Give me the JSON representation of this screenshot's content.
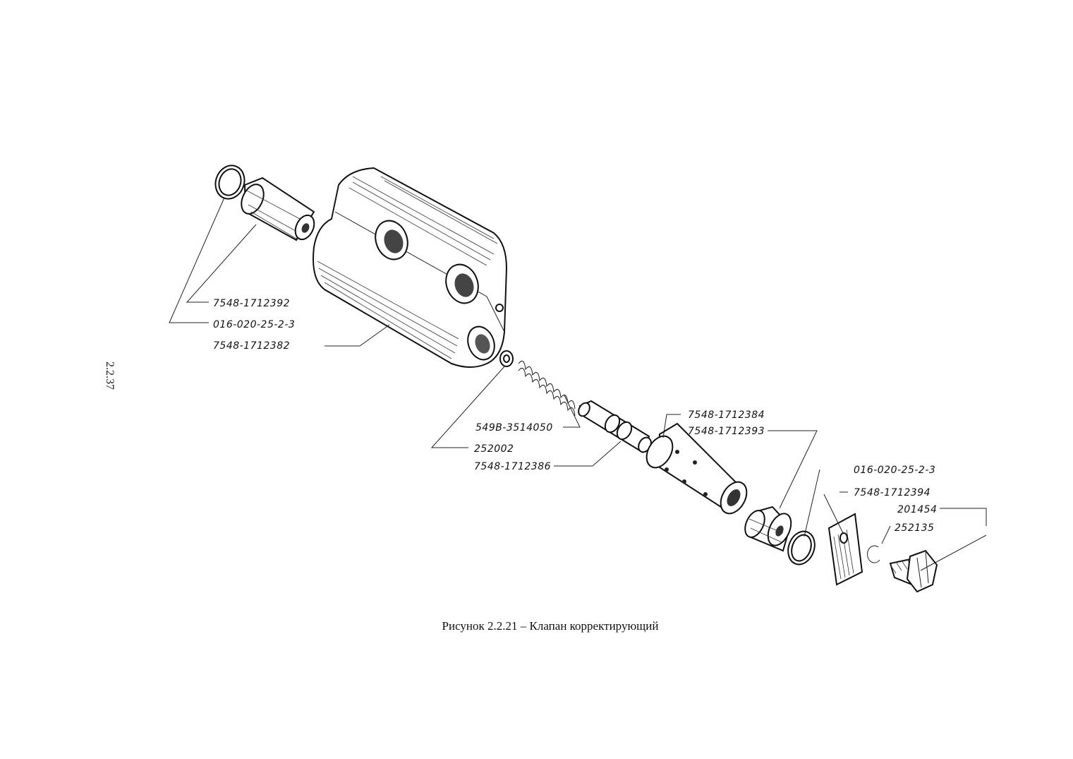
{
  "page_number": "2.2.37",
  "caption": "Рисунок 2.2.21 – Клапан корректирующий",
  "labels": [
    "7548-1712392",
    "016-020-25-2-3",
    "7548-1712382",
    "549В-3514050",
    "252002",
    "7548-1712386",
    "7548-1712384",
    "7548-1712393",
    "016-020-25-2-3",
    "7548-1712394",
    "201454",
    "252135"
  ]
}
